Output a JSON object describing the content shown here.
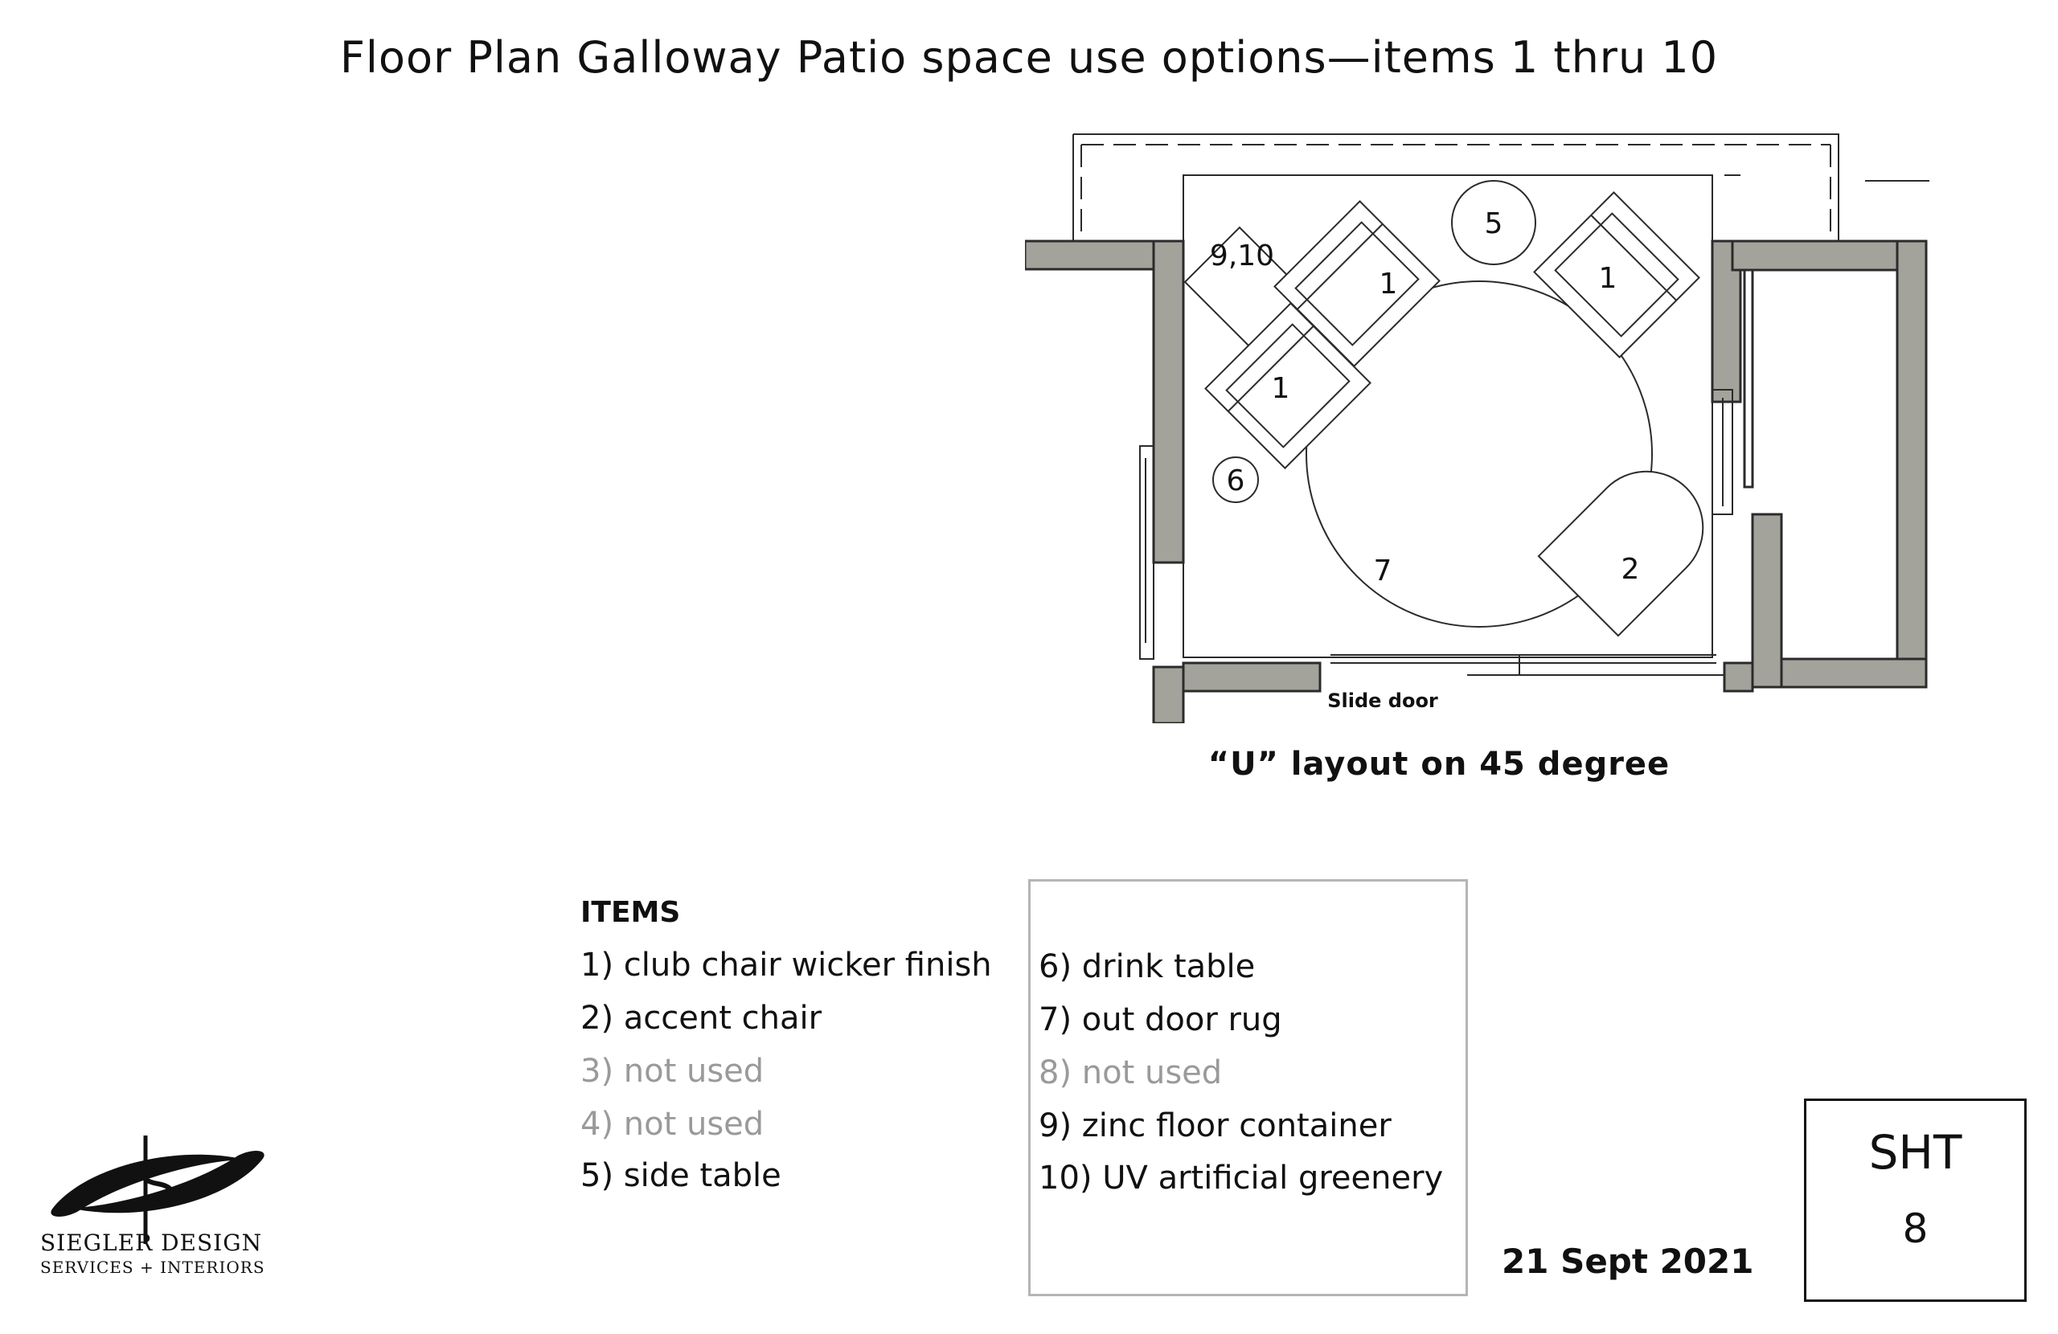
{
  "title": "Floor Plan Galloway Patio space use options—items 1 thru 10",
  "plan": {
    "labels": {
      "item_9_10": "9,10",
      "item_1_a": "1",
      "item_1_b": "1",
      "item_1_c": "1",
      "item_5": "5",
      "item_6": "6",
      "item_7": "7",
      "item_2": "2",
      "slide_door": "Slide door"
    },
    "colors": {
      "wall_fill": "#a3a39b",
      "line": "#2b2b2b"
    }
  },
  "layout_caption": "“U” layout on 45 degree",
  "items": {
    "heading": "ITEMS",
    "left": [
      {
        "text": "1) club chair wicker finish",
        "used": true
      },
      {
        "text": "2) accent chair",
        "used": true
      },
      {
        "text": "3) not used",
        "used": false
      },
      {
        "text": "4) not used",
        "used": false
      },
      {
        "text": "5) side table",
        "used": true
      }
    ],
    "right": [
      {
        "text": "6) drink table",
        "used": true
      },
      {
        "text": "7) out door rug",
        "used": true
      },
      {
        "text": "8) not used",
        "used": false
      },
      {
        "text": "9) zinc floor container",
        "used": true
      },
      {
        "text": "10) UV artificial greenery",
        "used": true
      }
    ]
  },
  "date": "21 Sept 2021",
  "sheet": {
    "label": "SHT",
    "number": "8"
  },
  "logo": {
    "name": "SIEGLER DESIGN",
    "tagline": "SERVICES + INTERIORS"
  }
}
